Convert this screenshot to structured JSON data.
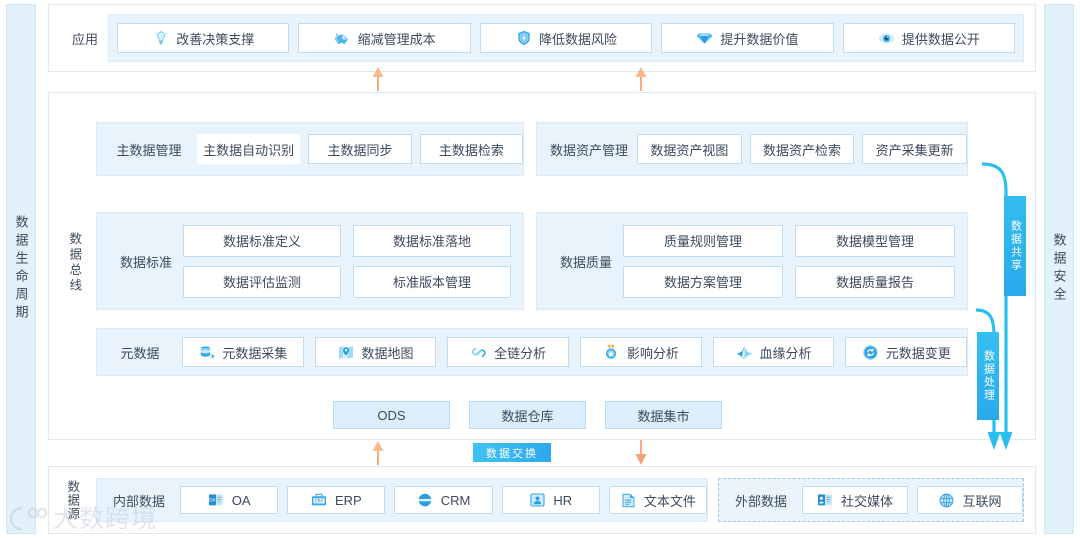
{
  "side_rails": {
    "left": "数据生命周期",
    "right": "数据安全"
  },
  "layers": {
    "application": {
      "caption": "应用",
      "items": [
        {
          "label": "改善决策支撑",
          "icon": "lightbulb-icon"
        },
        {
          "label": "缩减管理成本",
          "icon": "piggy-bank-icon"
        },
        {
          "label": "降低数据风险",
          "icon": "shield-icon"
        },
        {
          "label": "提升数据价值",
          "icon": "diamond-icon"
        },
        {
          "label": "提供数据公开",
          "icon": "eye-icon"
        }
      ]
    },
    "bus": {
      "caption": "数据总线",
      "master_data": {
        "label": "主数据管理",
        "items": [
          "主数据自动识别",
          "主数据同步",
          "主数据检索"
        ]
      },
      "data_asset": {
        "label": "数据资产管理",
        "items": [
          "数据资产视图",
          "数据资产检索",
          "资产采集更新"
        ]
      },
      "data_standard": {
        "label": "数据标准",
        "items": [
          "数据标准定义",
          "数据标准落地",
          "数据评估监测",
          "标准版本管理"
        ]
      },
      "data_quality": {
        "label": "数据质量",
        "items": [
          "质量规则管理",
          "数据模型管理",
          "数据方案管理",
          "数据质量报告"
        ]
      },
      "metadata": {
        "label": "元数据",
        "items": [
          {
            "label": "元数据采集",
            "icon": "database-collect-icon"
          },
          {
            "label": "数据地图",
            "icon": "map-pin-icon"
          },
          {
            "label": "全链分析",
            "icon": "link-icon"
          },
          {
            "label": "影响分析",
            "icon": "medal-icon"
          },
          {
            "label": "血缘分析",
            "icon": "branch-icon"
          },
          {
            "label": "元数据变更",
            "icon": "refresh-circle-icon"
          }
        ]
      },
      "storage": [
        "ODS",
        "数据仓库",
        "数据集市"
      ]
    },
    "exchange_band": "数据交换",
    "source": {
      "caption": "数据源",
      "internal": {
        "label": "内部数据",
        "items": [
          {
            "label": "OA",
            "icon": "oa-icon"
          },
          {
            "label": "ERP",
            "icon": "erp-icon"
          },
          {
            "label": "CRM",
            "icon": "crm-icon"
          },
          {
            "label": "HR",
            "icon": "hr-icon"
          },
          {
            "label": "文本文件",
            "icon": "document-icon"
          }
        ]
      },
      "external": {
        "label": "外部数据",
        "items": [
          {
            "label": "社交媒体",
            "icon": "social-media-icon"
          },
          {
            "label": "互联网",
            "icon": "globe-icon"
          }
        ]
      }
    }
  },
  "flow_chips": [
    {
      "label": "数据共享",
      "name": "data-sharing-chip"
    },
    {
      "label": "数据处理",
      "name": "data-processing-chip"
    }
  ],
  "watermark": "大数跨境",
  "colors": {
    "accent_cyan": "#29c0ef",
    "accent_blue": "#2ea7ef",
    "arrow_orange": "#f4a277",
    "panel_border": "#dfe9f2",
    "group_bg": "#e8f3fc",
    "chip_border": "#bfdcf2",
    "rail_bg": "#e3f1fb",
    "store_bg": "#dceefb"
  }
}
